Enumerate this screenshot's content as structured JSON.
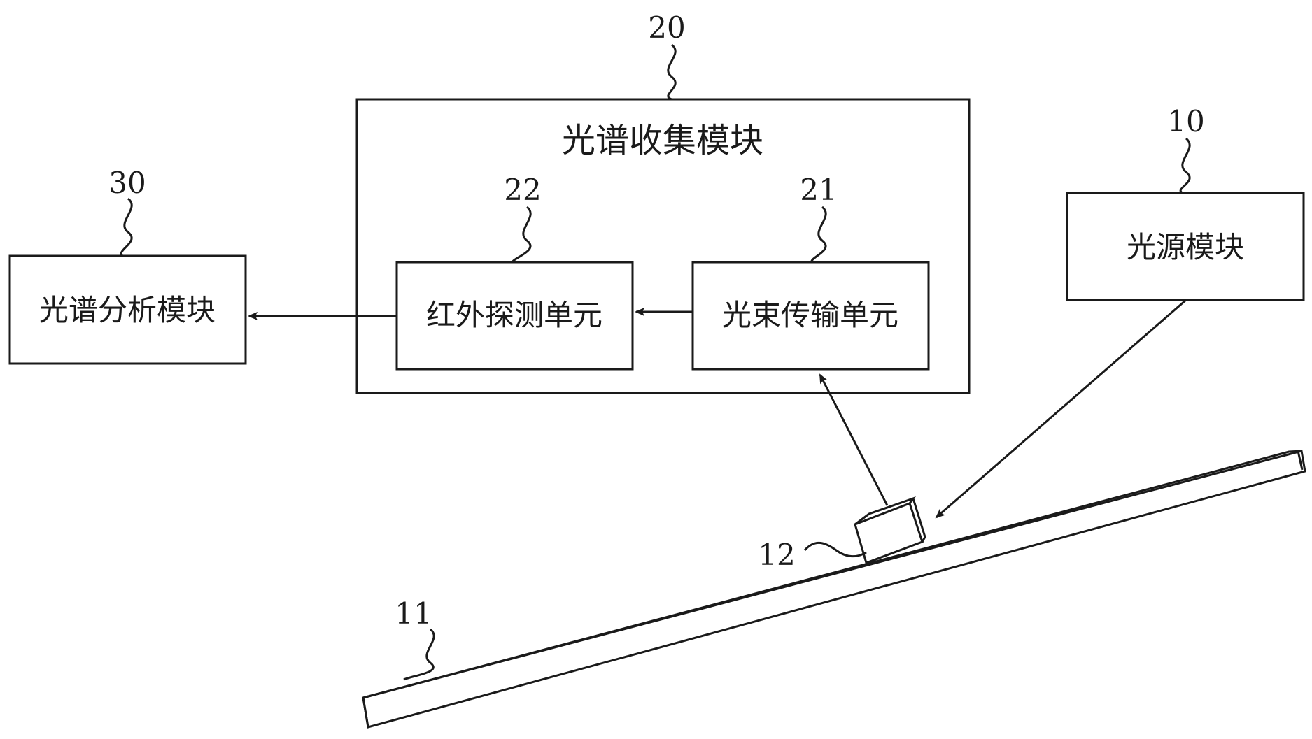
{
  "modules": {
    "spectrum_collection": {
      "ref": "20",
      "title": "光谱收集模块"
    },
    "infrared_detection": {
      "ref": "22",
      "label": "红外探测单元"
    },
    "beam_transmission": {
      "ref": "21",
      "label": "光束传输单元"
    },
    "spectrum_analysis": {
      "ref": "30",
      "label": "光谱分析模块"
    },
    "light_source": {
      "ref": "10",
      "label": "光源模块"
    }
  },
  "components": {
    "rail": {
      "ref": "11"
    },
    "probe": {
      "ref": "12"
    }
  },
  "colors": {
    "line": "#1a1a1a",
    "background": "#ffffff"
  }
}
